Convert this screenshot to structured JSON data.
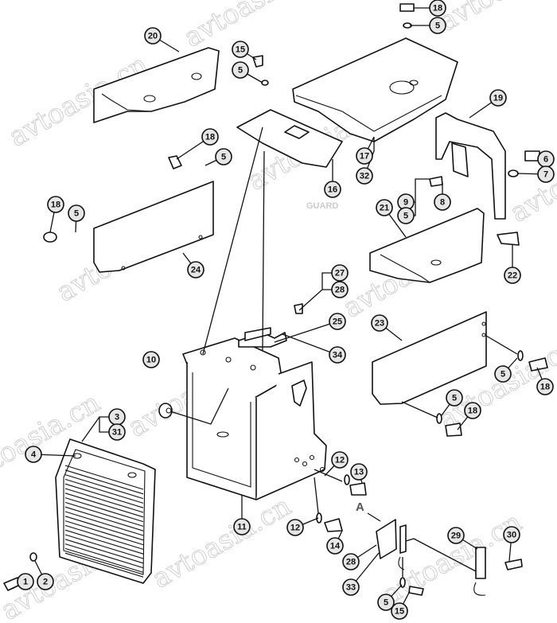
{
  "diagram": {
    "watermark": "avtoasia.cn",
    "faint_label": "GUARD",
    "view_label": "A",
    "callouts": [
      "18",
      "5",
      "20",
      "15",
      "5",
      "19",
      "18",
      "5",
      "17",
      "6",
      "7",
      "32",
      "16",
      "9",
      "5",
      "8",
      "18",
      "5",
      "21",
      "22",
      "24",
      "27",
      "28",
      "25",
      "23",
      "34",
      "10",
      "5",
      "18",
      "5",
      "18",
      "3",
      "31",
      "4",
      "12",
      "13",
      "11",
      "12",
      "14",
      "28",
      "29",
      "30",
      "1",
      "2",
      "33",
      "5",
      "15"
    ]
  }
}
